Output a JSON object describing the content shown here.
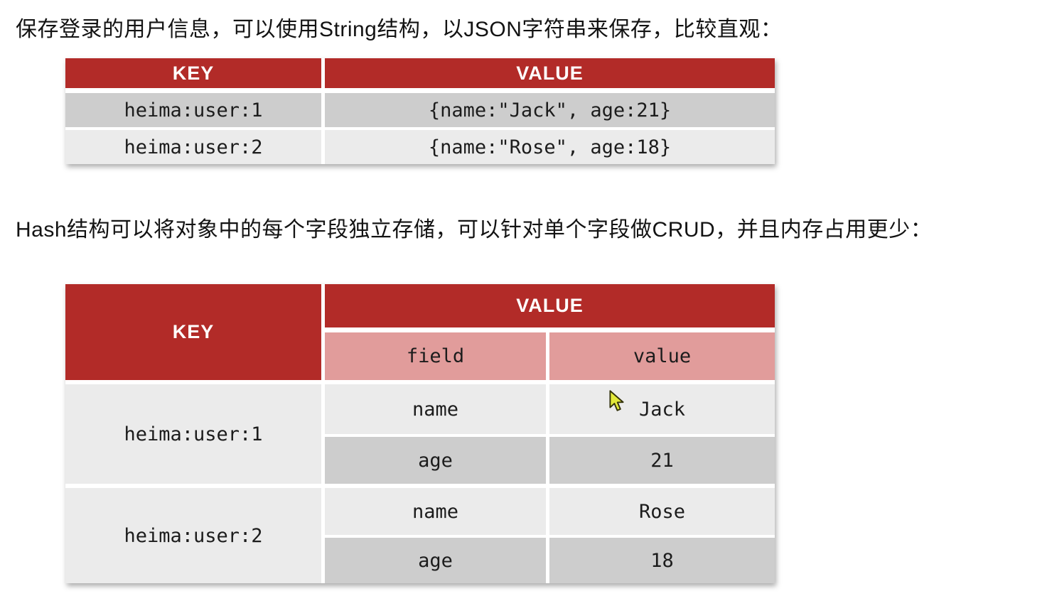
{
  "colors": {
    "header_red": "#b22b28",
    "subheader_pink": "#e19c9b",
    "row_dark": "#cdcdcd",
    "row_light": "#ebebeb",
    "cursor_yellow": "#e3e93a"
  },
  "intro": {
    "string_text": "保存登录的用户信息，可以使用String结构，以JSON字符串来保存，比较直观：",
    "hash_text": "Hash结构可以将对象中的每个字段独立存储，可以针对单个字段做CRUD，并且内存占用更少："
  },
  "string_table": {
    "key_header": "KEY",
    "value_header": "VALUE",
    "rows": [
      {
        "key": "heima:user:1",
        "value": "{name:\"Jack\", age:21}"
      },
      {
        "key": "heima:user:2",
        "value": "{name:\"Rose\", age:18}"
      }
    ]
  },
  "hash_table": {
    "key_header": "KEY",
    "value_header": "VALUE",
    "field_header": "field",
    "value_sub_header": "value",
    "groups": [
      {
        "key": "heima:user:1",
        "entries": [
          {
            "field": "name",
            "value": "Jack"
          },
          {
            "field": "age",
            "value": "21"
          }
        ]
      },
      {
        "key": "heima:user:2",
        "entries": [
          {
            "field": "name",
            "value": "Rose"
          },
          {
            "field": "age",
            "value": "18"
          }
        ]
      }
    ]
  }
}
